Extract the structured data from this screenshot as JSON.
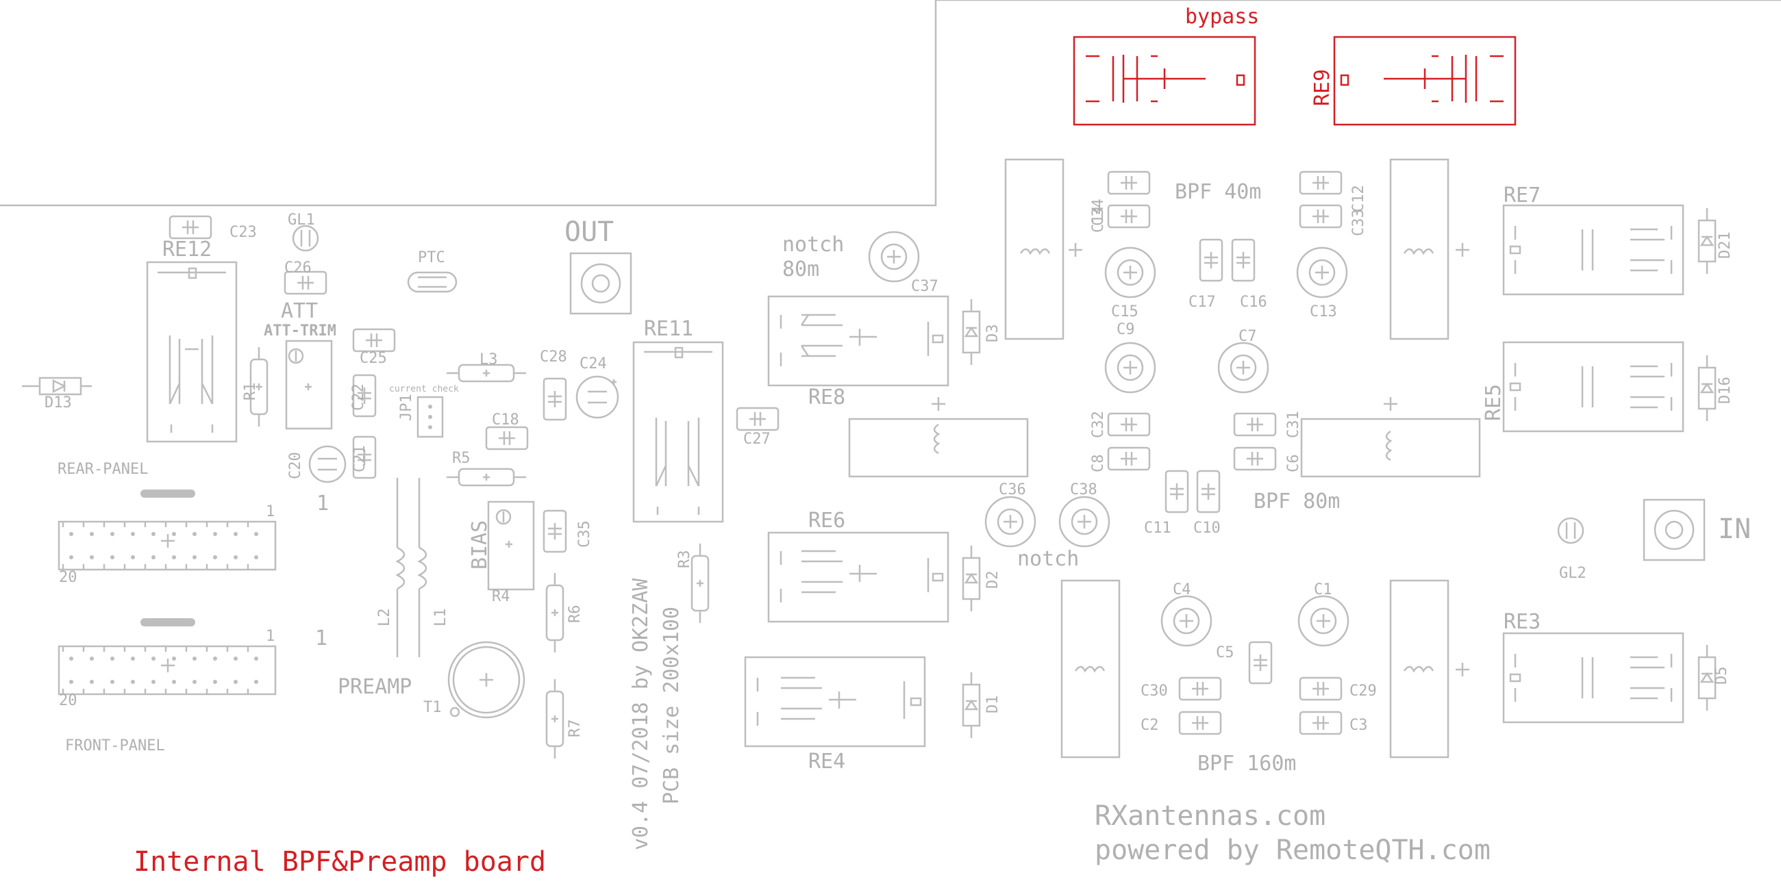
{
  "board": {
    "title": "Internal BPF&Preamp board",
    "version_line": "v0.4 07/2018 by OK2ZAW",
    "size_line": "PCB size 200x100",
    "brand_line1": "RXantennas.com",
    "brand_line2": "powered by RemoteQTH.com"
  },
  "sections": {
    "bypass": "bypass",
    "bpf40": "BPF 40m",
    "bpf80": "BPF 80m",
    "bpf160": "BPF 160m",
    "notch80_line1": "notch",
    "notch80_line2": "80m",
    "notch": "notch",
    "preamp": "PREAMP",
    "att": "ATT",
    "att_trim": "ATT-TRIM",
    "bias": "BIAS",
    "current_check": "current check",
    "out": "OUT",
    "in": "IN",
    "rear_panel": "REAR-PANEL",
    "front_panel": "FRONT-PANEL",
    "pin1_a": "1",
    "pin20_a": "20",
    "pin1_b": "1",
    "pin20_b": "20",
    "pin1_c": "1",
    "pin1_d": "1"
  },
  "designators": {
    "RE9": "RE9",
    "RE12": "RE12",
    "RE11": "RE11",
    "RE8": "RE8",
    "RE6": "RE6",
    "RE4": "RE4",
    "RE7": "RE7",
    "RE5": "RE5",
    "RE3": "RE3",
    "C1": "C1",
    "C2": "C2",
    "C3": "C3",
    "C4": "C4",
    "C5": "C5",
    "C6": "C6",
    "C7": "C7",
    "C8": "C8",
    "C9": "C9",
    "C10": "C10",
    "C11": "C11",
    "C12": "C12",
    "C13": "C13",
    "C14": "C14",
    "C15": "C15",
    "C16": "C16",
    "C17": "C17",
    "C18": "C18",
    "C20": "C20",
    "C21": "C21",
    "C22": "C22",
    "C23": "C23",
    "C24": "C24",
    "C25": "C25",
    "C26": "C26",
    "C27": "C27",
    "C28": "C28",
    "C29": "C29",
    "C30": "C30",
    "C31": "C31",
    "C32": "C32",
    "C33": "C33",
    "C34": "C34",
    "C35": "C35",
    "C36": "C36",
    "C37": "C37",
    "C38": "C38",
    "D1": "D1",
    "D2": "D2",
    "D3": "D3",
    "D5": "D5",
    "D13": "D13",
    "D16": "D16",
    "D21": "D21",
    "R1": "R1",
    "R3": "R3",
    "R4": "R4",
    "R5": "R5",
    "R6": "R6",
    "R7": "R7",
    "L1": "L1",
    "L2": "L2",
    "L3": "L3",
    "T1": "T1",
    "GL1": "GL1",
    "GL2": "GL2",
    "JP1": "JP1",
    "PTC": "PTC"
  },
  "colors": {
    "silkscreen": "#bdbdbd",
    "accent_red": "#d41f24",
    "background": "#ffffff"
  }
}
